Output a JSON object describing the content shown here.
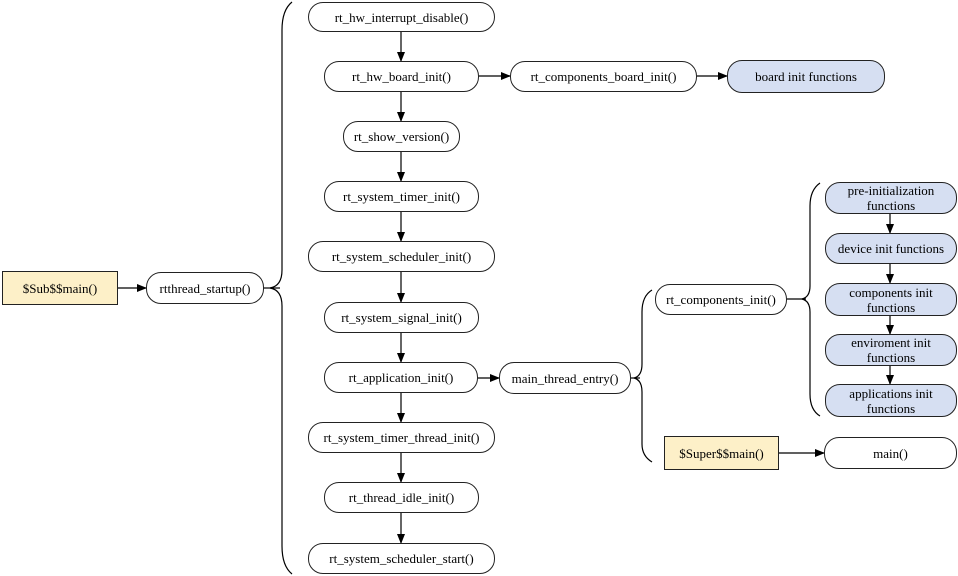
{
  "colors": {
    "line": "#000000",
    "box_border": "#222222",
    "blue_fill": "#d6dff2",
    "yellow_fill": "#fdf0c8"
  },
  "nodes": {
    "sub_main": "$Sub$$main()",
    "rtthread_startup": "rtthread_startup()",
    "rt_hw_interrupt_disable": "rt_hw_interrupt_disable()",
    "rt_hw_board_init": "rt_hw_board_init()",
    "rt_components_board_init": "rt_components_board_init()",
    "board_init_functions": "board init functions",
    "rt_show_version": "rt_show_version()",
    "rt_system_timer_init": "rt_system_timer_init()",
    "rt_system_scheduler_init": "rt_system_scheduler_init()",
    "rt_system_signal_init": "rt_system_signal_init()",
    "rt_application_init": "rt_application_init()",
    "main_thread_entry": "main_thread_entry()",
    "rt_system_timer_thread_init": "rt_system_timer_thread_init()",
    "rt_thread_idle_init": "rt_thread_idle_init()",
    "rt_system_scheduler_start": "rt_system_scheduler_start()",
    "rt_components_init": "rt_components_init()",
    "pre_init_functions": "pre-initialization functions",
    "device_init_functions": "device init functions",
    "components_init_functions": "components init functions",
    "environment_init_functions": "enviroment init functions",
    "applications_init_functions": "applications init functions",
    "super_main": "$Super$$main()",
    "main": "main()"
  }
}
